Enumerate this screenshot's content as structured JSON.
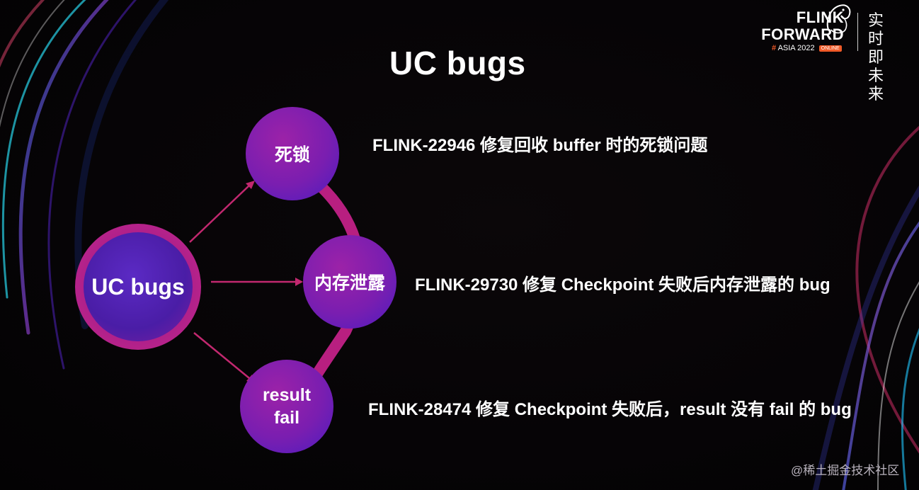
{
  "slide": {
    "title": "UC bugs"
  },
  "logo": {
    "line1": "FLINK",
    "line2": "FORWARD",
    "hash": "#",
    "event": "ASIA 2022",
    "badge": "ONLINE",
    "tagline": "实时即未来"
  },
  "diagram": {
    "center_label": "UC bugs",
    "nodes": [
      {
        "label": "死锁",
        "description": "FLINK-22946 修复回收 buffer 时的死锁问题"
      },
      {
        "label": "内存泄露",
        "description": "FLINK-29730 修复 Checkpoint 失败后内存泄露的 bug"
      },
      {
        "label_line1": "result",
        "label_line2": "fail",
        "description": "FLINK-28474 修复 Checkpoint 失败后，result 没有 fail 的 bug"
      }
    ]
  },
  "watermark": "@稀土掘金技术社区",
  "colors": {
    "node_pink": "#c42a8a",
    "node_purple": "#4c1cc0",
    "arrow": "#c2286f",
    "ring": "#b81f80",
    "brand_orange": "#f05a28"
  }
}
